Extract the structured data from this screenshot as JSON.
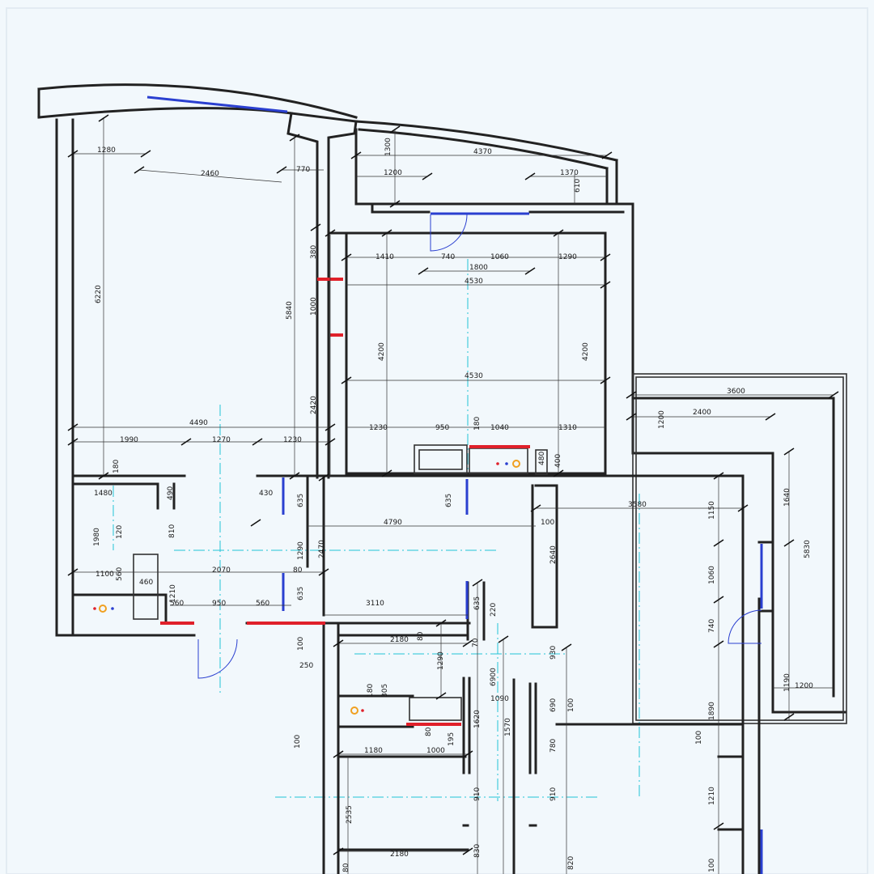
{
  "plan": {
    "colors": {
      "background": "#f2f8fc",
      "walls": "#222222",
      "new_partitions": "#e0202a",
      "windows_doors": "#2a3fd0",
      "axes": "#22c3d6",
      "fixture_yellow": "#f0a020"
    },
    "dimensions": {
      "d_1280": "1280",
      "d_2460": "2460",
      "d_770": "770",
      "d_1300": "1300",
      "d_4370": "4370",
      "d_1200a": "1200",
      "d_1370": "1370",
      "d_610": "610",
      "d_6220": "6220",
      "d_5840": "5840",
      "d_380": "380",
      "d_1000a": "1000",
      "d_2420": "2420",
      "d_1410": "1410",
      "d_740": "740",
      "d_1060a": "1060",
      "d_1290": "1290",
      "d_1800": "1800",
      "d_4530a": "4530",
      "d_4200a": "4200",
      "d_4530b": "4530",
      "d_4200b": "4200",
      "d_4490": "4490",
      "d_1990": "1990",
      "d_1270": "1270",
      "d_1230b": "1230",
      "d_1230": "1230",
      "d_950": "950",
      "d_180a": "180",
      "d_1040": "1040",
      "d_1310": "1310",
      "d_3600": "3600",
      "d_1200b": "1200",
      "d_2400": "2400",
      "d_180b": "180",
      "d_490": "490",
      "d_1480": "1480",
      "d_430": "430",
      "d_635a": "635",
      "d_635b": "635",
      "d_480": "480",
      "d_400": "400",
      "d_100a": "100",
      "d_3580": "3580",
      "d_1150": "1150",
      "d_1640": "1640",
      "d_4790": "4790",
      "d_1980": "1980",
      "d_120": "120",
      "d_810": "810",
      "d_2470": "2470",
      "d_1290b": "1290",
      "d_2640": "2640",
      "d_5830": "5830",
      "d_1100": "1100",
      "d_560a": "560",
      "d_460": "460",
      "d_2070": "2070",
      "d_80a": "80",
      "d_1060b": "1060",
      "d_1210": "1210",
      "d_560b": "560",
      "d_950b": "950",
      "d_560c": "560",
      "d_635c": "635",
      "d_3110": "3110",
      "d_635d": "635",
      "d_220": "220",
      "d_740b": "740",
      "d_100b": "100",
      "d_250": "250",
      "d_2180a": "2180",
      "d_80b": "80",
      "d_1290c": "1290",
      "d_930": "930",
      "d_70": "70",
      "d_1190": "1190",
      "d_1200c": "1200",
      "d_6900": "6900",
      "d_1090": "1090",
      "d_180c": "180",
      "d_305": "305",
      "d_1620": "1620",
      "d_1570": "1570",
      "d_690": "690",
      "d_100c": "100",
      "d_1890": "1890",
      "d_100d": "100",
      "d_80c": "80",
      "d_195": "195",
      "d_1180": "1180",
      "d_1000b": "1000",
      "d_780": "780",
      "d_100e": "100",
      "d_2535": "2535",
      "d_910a": "910",
      "d_910b": "910",
      "d_1210b": "1210",
      "d_2180b": "2180",
      "d_830": "830",
      "d_820": "820",
      "d_100f": "100",
      "d_80d": "80"
    }
  }
}
